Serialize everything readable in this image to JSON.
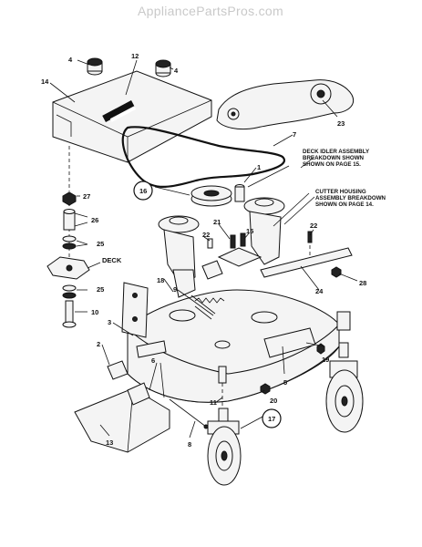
{
  "watermark": "AppliancePartsPros.com",
  "callouts": {
    "deck_idler": [
      "DECK IDLER ASSEMBLY",
      "BREAKDOWN SHOWN",
      "SHOWN ON PAGE 15."
    ],
    "cutter_housing": [
      "CUTTER HOUSING",
      "ASSEMBLY BREAKDOWN",
      "SHOWN ON PAGE 14."
    ],
    "deck": "DECK"
  },
  "part_numbers": {
    "n1": "1",
    "n2": "2",
    "n3": "3",
    "n4a": "4",
    "n4b": "4",
    "n5": "5",
    "n6": "6",
    "n7": "7",
    "n8": "8",
    "n9": "9",
    "n10": "10",
    "n11": "11",
    "n12": "12",
    "n13": "13",
    "n14": "14",
    "n15": "15",
    "n16": "16",
    "n17": "17",
    "n18": "18",
    "n19": "19",
    "n20": "20",
    "n21": "21",
    "n22a": "22",
    "n22b": "22",
    "n23": "23",
    "n24": "24",
    "n25a": "25",
    "n25b": "25",
    "n26": "26",
    "n27": "27",
    "n28": "28"
  }
}
